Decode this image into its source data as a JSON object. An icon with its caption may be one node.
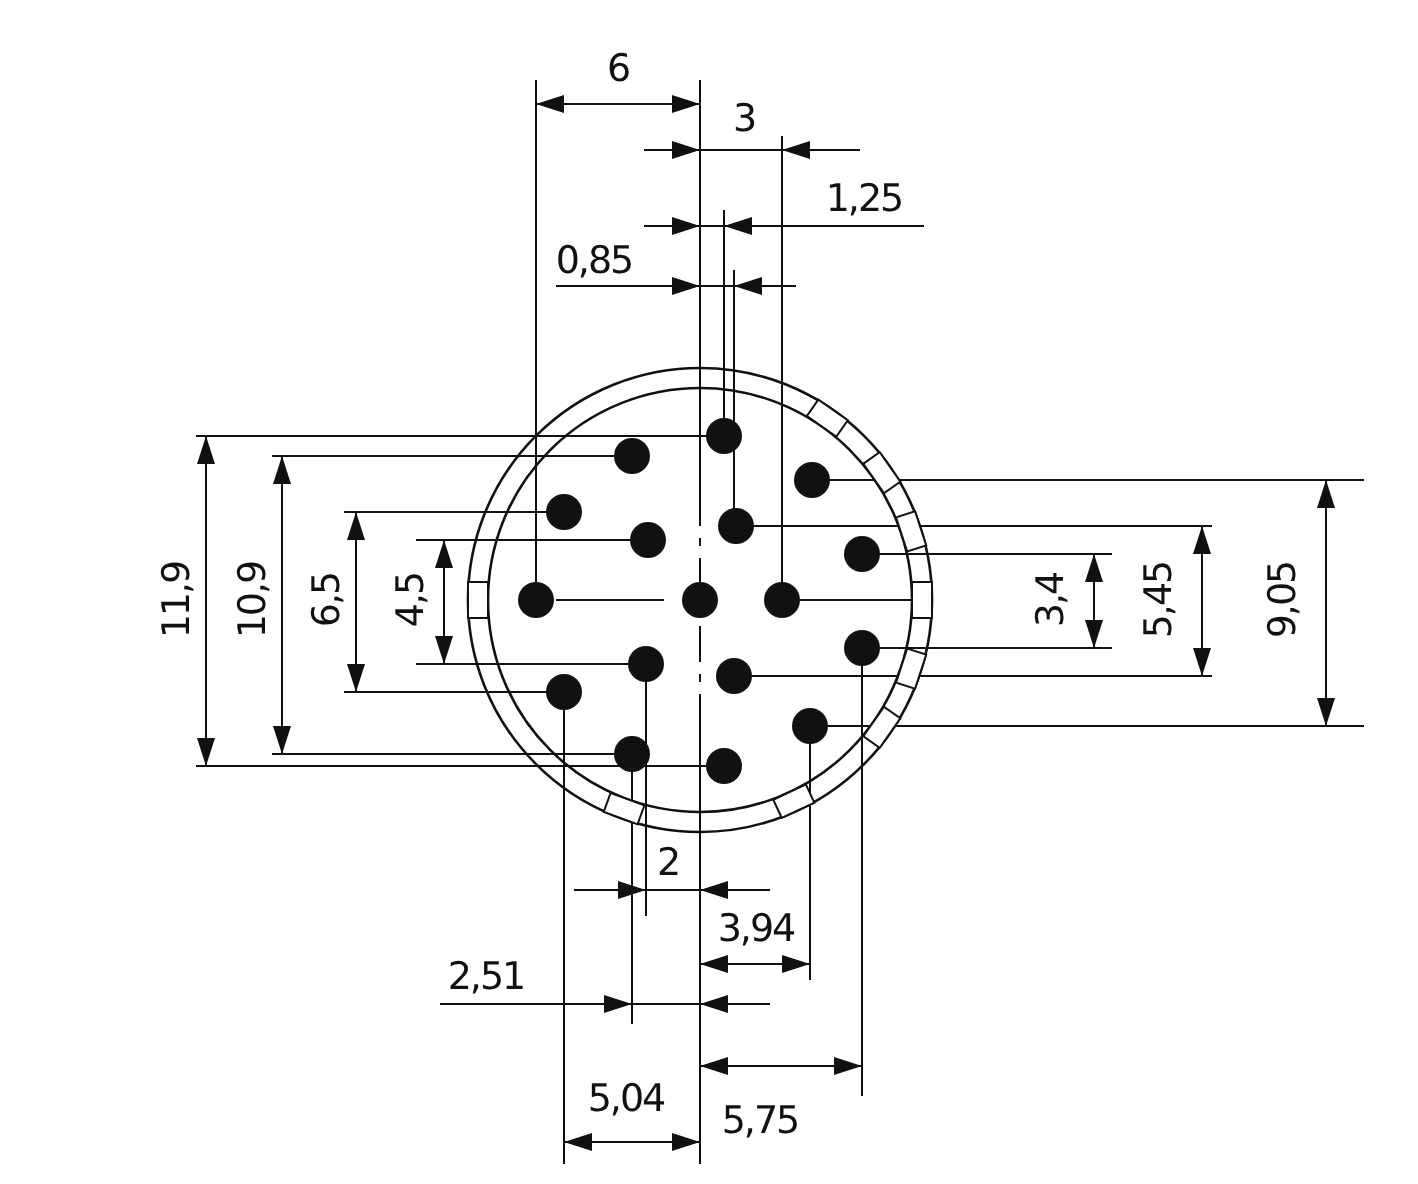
{
  "diagram": {
    "labels": [
      "6",
      "3",
      "1,25",
      "0,85",
      "11,9",
      "10,9",
      "6,5",
      "4,5",
      "3,4",
      "5,45",
      "9,05",
      "2",
      "3,94",
      "2,51",
      "5,04",
      "5,75"
    ]
  }
}
